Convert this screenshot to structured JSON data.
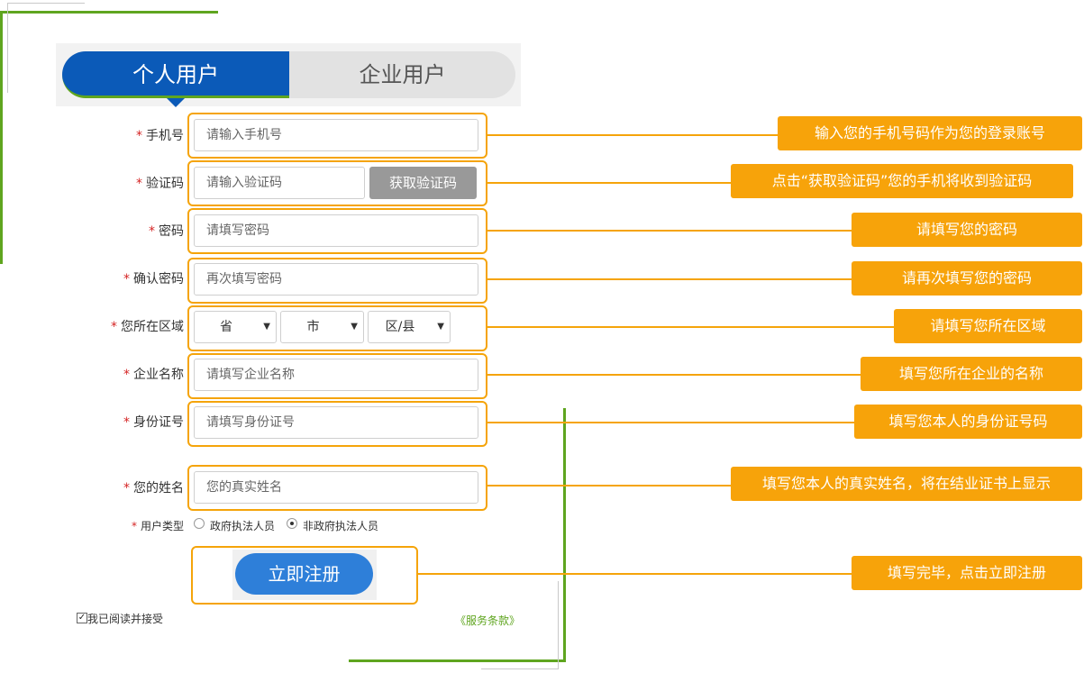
{
  "tabs": {
    "personal": "个人用户",
    "company": "企业用户"
  },
  "form": {
    "required_mark": "*",
    "phone": {
      "label": "手机号",
      "placeholder": "请输入手机号"
    },
    "code": {
      "label": "验证码",
      "placeholder": "请输入验证码",
      "button": "获取验证码"
    },
    "password": {
      "label": "密码",
      "placeholder": "请填写密码"
    },
    "confirm": {
      "label": "确认密码",
      "placeholder": "再次填写密码"
    },
    "region": {
      "label": "您所在区域",
      "province": "省",
      "city": "市",
      "district": "区/县"
    },
    "company": {
      "label": "企业名称",
      "placeholder": "请填写企业名称"
    },
    "idcard": {
      "label": "身份证号",
      "placeholder": "请填写身份证号"
    },
    "name": {
      "label": "您的姓名",
      "placeholder": "您的真实姓名"
    },
    "usertype": {
      "label": "用户类型",
      "options": [
        "政府执法人员",
        "非政府执法人员"
      ],
      "selected": "非政府执法人员"
    },
    "submit": "立即注册",
    "agree": "我已阅读并接受",
    "terms": "《服务条款》"
  },
  "callouts": {
    "phone": "输入您的手机号码作为您的登录账号",
    "code": "点击“获取验证码”您的手机将收到验证码",
    "password": "请填写您的密码",
    "confirm": "请再次填写您的密码",
    "region": "请填写您所在区域",
    "company": "填写您所在企业的名称",
    "idcard": "填写您本人的身份证号码",
    "name": "填写您本人的真实姓名，将在结业证书上显示",
    "submit": "填写完毕，点击立即注册"
  },
  "colors": {
    "accent_blue": "#0b5ab8",
    "button_blue": "#2e7fd9",
    "highlight_orange": "#f5a40a",
    "frame_green": "#5fa51f"
  }
}
